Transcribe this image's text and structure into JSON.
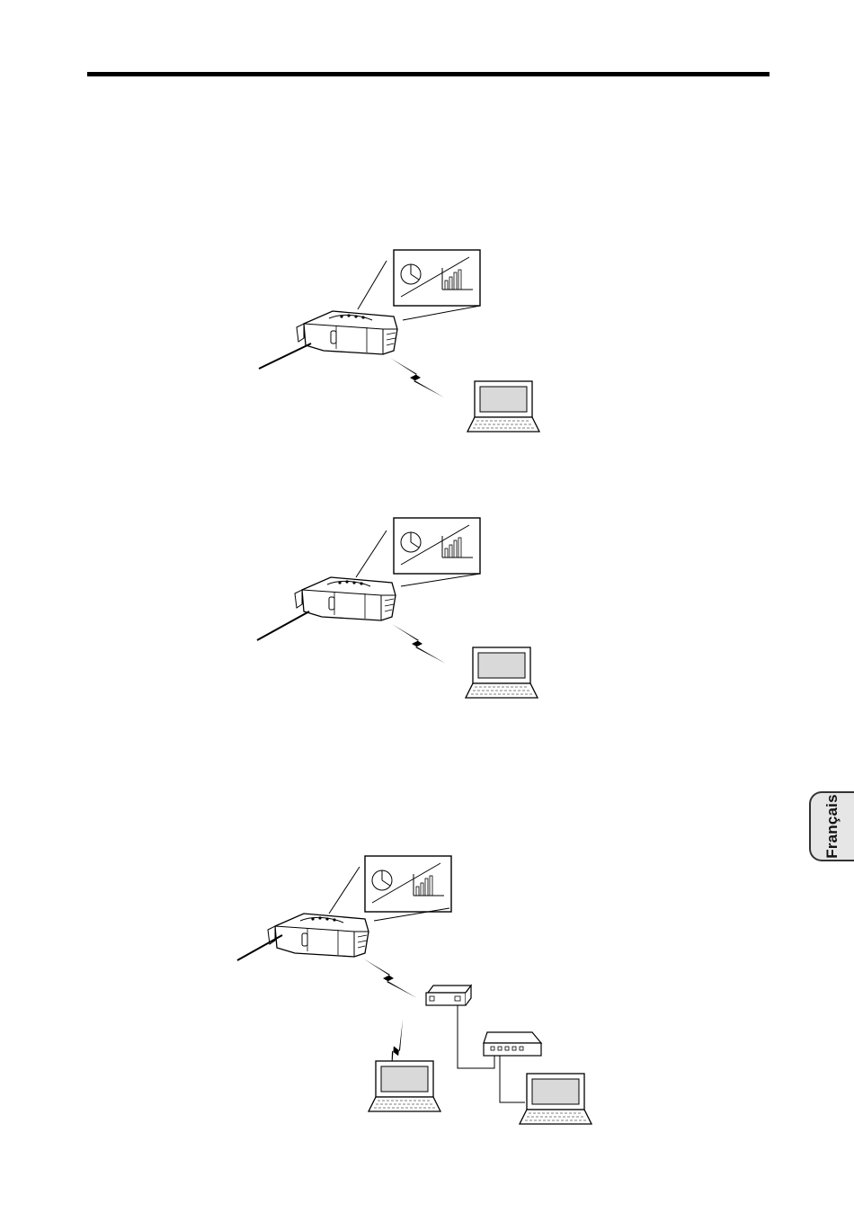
{
  "side_tab": {
    "label": "Français"
  },
  "colors": {
    "ink": "#000000",
    "screen_fill": "#d9d9d9",
    "tab_fill": "#e6e6e6"
  },
  "figures": [
    {
      "name": "direct-wireless-1",
      "icons": [
        "projector-icon",
        "screen-chart-icon",
        "lightning-icon",
        "laptop-icon"
      ]
    },
    {
      "name": "direct-wireless-2",
      "icons": [
        "projector-icon",
        "screen-chart-icon",
        "lightning-icon",
        "laptop-icon"
      ]
    },
    {
      "name": "access-point-network",
      "icons": [
        "projector-icon",
        "screen-chart-icon",
        "lightning-icon",
        "access-point-icon",
        "hub-icon",
        "laptop-icon"
      ]
    }
  ]
}
